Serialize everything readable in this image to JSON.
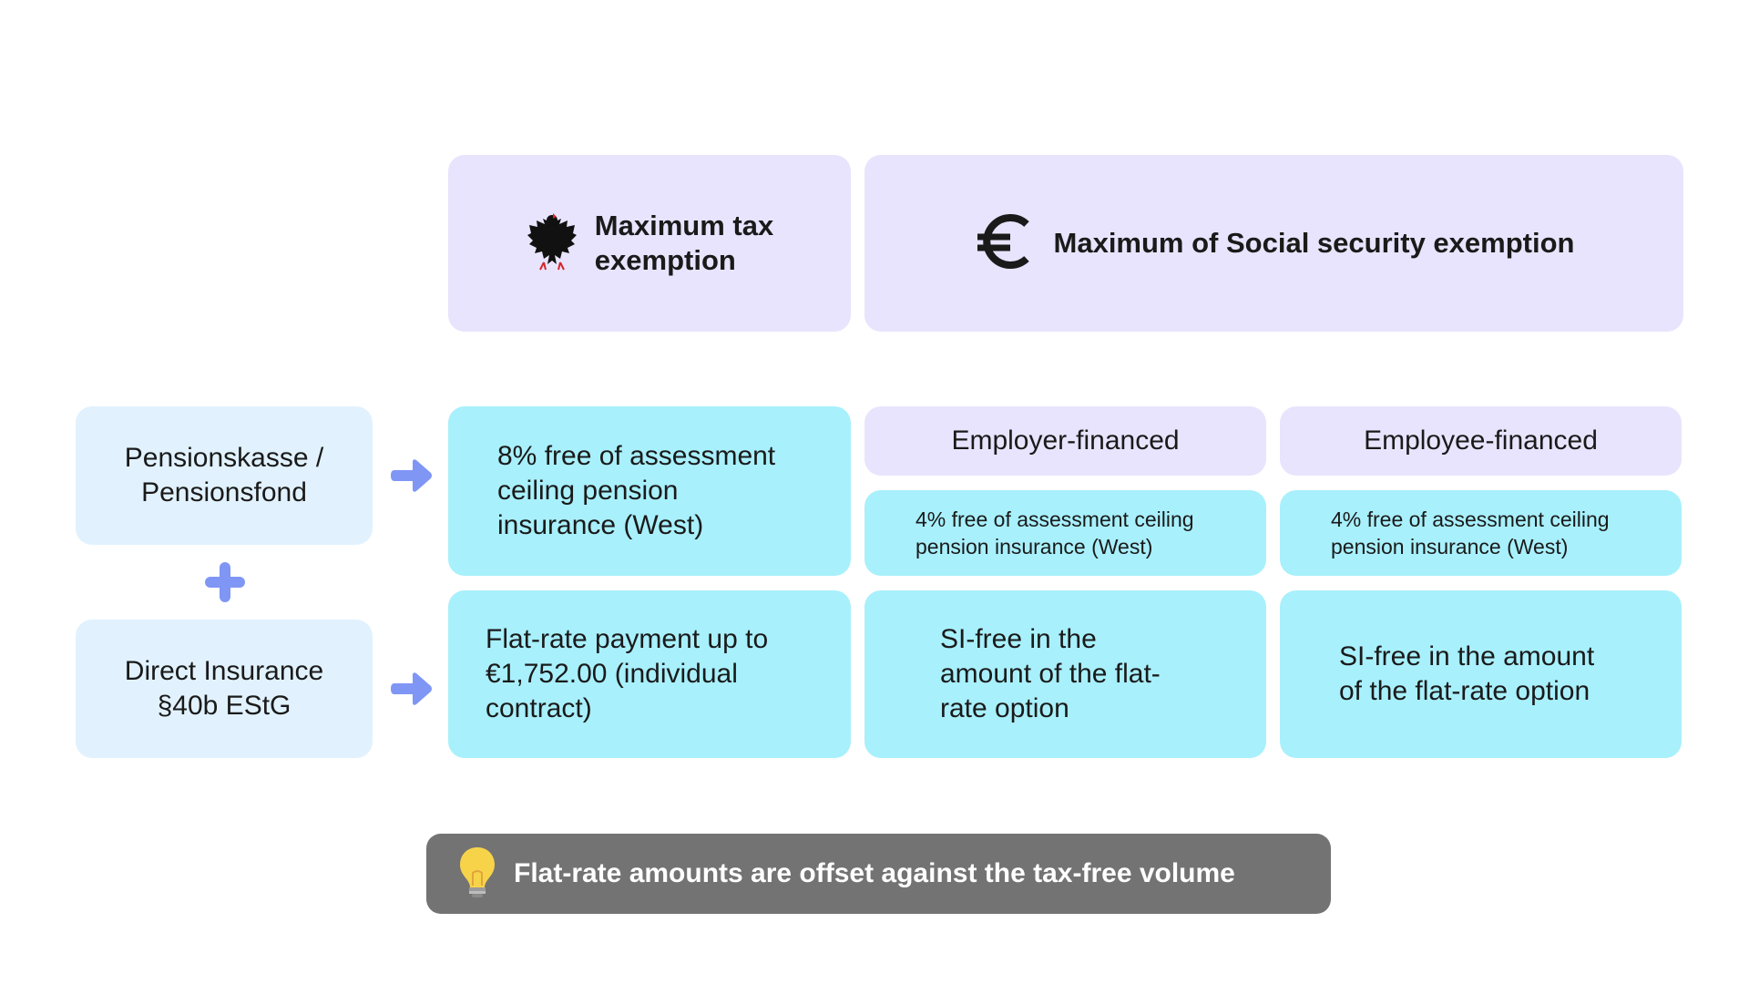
{
  "header": {
    "tax_title": "Maximum tax\nexemption",
    "si_title": "Maximum of Social security exemption",
    "tax_icon": "federal-eagle-icon",
    "si_icon": "euro-icon"
  },
  "sources": [
    {
      "label": "Pensionskasse /\nPensionsfond"
    },
    {
      "label": "Direct Insurance\n§40b EStG"
    }
  ],
  "tax_column": [
    {
      "text": "8% free of assessment\nceiling pension\ninsurance (West)"
    },
    {
      "text": "Flat-rate payment up to\n€1,752.00 (individual\ncontract)"
    }
  ],
  "si_columns": [
    {
      "heading": "Employer-financed",
      "ceiling_text": "4% free of assessment ceiling\npension insurance (West)",
      "flat_text": "SI-free in the\namount of the flat-\nrate option"
    },
    {
      "heading": "Employee-financed",
      "ceiling_text": "4% free of assessment ceiling\npension insurance (West)",
      "flat_text": "SI-free in the amount\nof the flat-rate option"
    }
  ],
  "tip": {
    "text": "Flat-rate amounts are offset against the tax-free volume",
    "icon": "lightbulb-icon"
  },
  "colors": {
    "lavender": "#e8e4fd",
    "cyan": "#a8f0fc",
    "pale_blue": "#e1f2fe",
    "arrow": "#7f96f5",
    "tip_background": "#737373"
  }
}
